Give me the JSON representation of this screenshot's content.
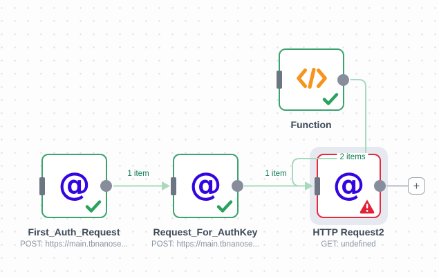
{
  "canvas": {
    "background": "#fdfdfe",
    "dot_color": "#e2e2e9"
  },
  "colors": {
    "success_border": "#3aa36e",
    "error_border": "#e5293e",
    "connection_green": "#a7dabd",
    "connector_gray": "#9aa1ae",
    "item_label_green": "#0e7d52",
    "at_icon_blue": "#3505e0",
    "code_icon_orange": "#f7941e",
    "check_green": "#2ba15e",
    "warning_red": "#e02136"
  },
  "nodes": [
    {
      "title": "First_Auth_Request",
      "subtitle": "POST: https://main.tbnanose...",
      "icon": "at-sign",
      "icon_glyph": "@",
      "status": "success"
    },
    {
      "title": "Request_For_AuthKey",
      "subtitle": "POST: https://main.tbnanose...",
      "icon": "at-sign",
      "icon_glyph": "@",
      "status": "success"
    },
    {
      "title": "Function",
      "subtitle": "",
      "icon": "code-brackets",
      "status": "success"
    },
    {
      "title": "HTTP Request2",
      "subtitle": "GET: undefined",
      "icon": "at-sign",
      "icon_glyph": "@",
      "status": "error",
      "selected": true
    }
  ],
  "connections": [
    {
      "from": "First_Auth_Request",
      "to": "Request_For_AuthKey",
      "label": "1 item"
    },
    {
      "from": "Request_For_AuthKey",
      "to": "HTTP Request2",
      "label": "1 item"
    },
    {
      "from": "Function",
      "to": "HTTP Request2",
      "label": "2 items"
    }
  ],
  "add_node_button": {
    "label": "+"
  }
}
